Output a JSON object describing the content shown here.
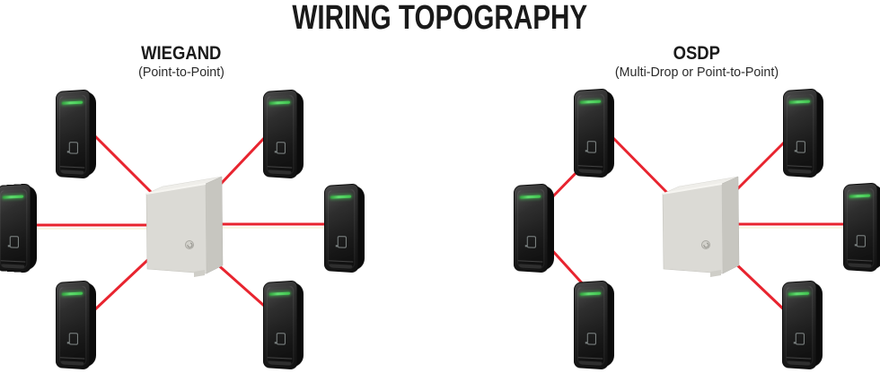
{
  "title": "WIRING TOPOGRAPHY",
  "sections": {
    "wiegand": {
      "name": "WIEGAND",
      "subtitle": "(Point-to-Point)",
      "reader_count": 6,
      "hub": "access-control-panel",
      "wiring_style": "star-home-run",
      "connections": [
        "panel - reader-top-left",
        "panel - reader-mid-left",
        "panel - reader-bottom-left",
        "panel - reader-top-right",
        "panel - reader-mid-right",
        "panel - reader-bottom-right"
      ]
    },
    "osdp": {
      "name": "OSDP",
      "subtitle": "(Multi-Drop or Point-to-Point)",
      "reader_count": 6,
      "hub": "access-control-panel",
      "wiring_style": "multi-drop-daisy-chain-and-point-to-point",
      "connections": [
        "panel - reader-top-left",
        "reader-top-left - reader-mid-left",
        "reader-mid-left - reader-bottom-left",
        "panel - reader-top-right",
        "panel - reader-mid-right",
        "panel - reader-bottom-right"
      ]
    }
  },
  "colors": {
    "background": "#ffffff",
    "wire_red": "#e8242f",
    "reader_body": "#1a1a1a",
    "reader_led_green": "#4fd45e",
    "panel_front": "#dbdad5",
    "panel_top": "#efeeea",
    "panel_side": "#c7c6c0",
    "text": "#1a1a1a"
  }
}
